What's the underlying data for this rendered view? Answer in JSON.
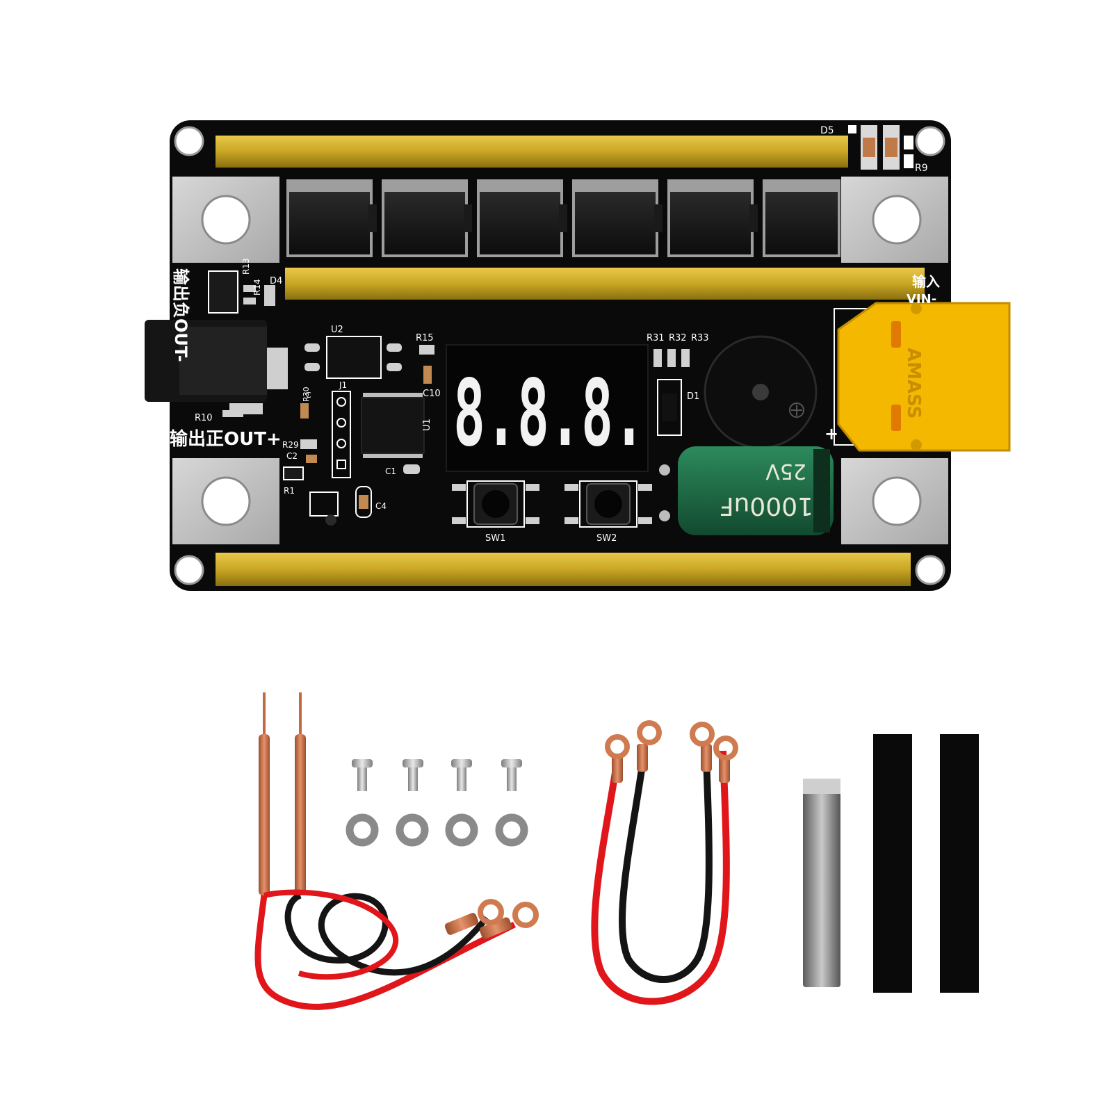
{
  "board": {
    "labels": {
      "d5": "D5",
      "r9": "R9",
      "d4": "D4",
      "r13": "R13",
      "r14": "R14",
      "u2": "U2",
      "r15": "R15",
      "c10": "C10",
      "j1": "J1",
      "u1": "U1",
      "r30": "R30",
      "c": "C",
      "r10": "R10",
      "r29": "R29",
      "c2": "C2",
      "r1": "R1",
      "c1": "C1",
      "c4": "C4",
      "r31": "R31",
      "r32": "R32",
      "r33": "R33",
      "d1": "D1",
      "sw1": "SW1",
      "sw2": "SW2",
      "out_pos": "输出正OUT+",
      "out_neg": "输出负OUT-",
      "vin_label": "输入",
      "vin": "VIN-",
      "plus": "+",
      "display": "8.8.8.",
      "cap_1000": "1000uF",
      "cap_25v": "25V",
      "connector": "AMASS"
    },
    "colors": {
      "pcb": "#0a0a0a",
      "copper_bar": "#c9a623",
      "silk": "#ffffff",
      "xt60": "#f4b800",
      "capacitor": "#1f6b46",
      "segment": "#f2f2f2",
      "red_wire": "#e0161b",
      "black_wire": "#141414",
      "copper": "#d07a50"
    }
  },
  "accessories": {
    "screws": 4,
    "washers": 4,
    "pen_wires": "welding-pen-pair",
    "ring_terminal_wires": "battery-cable-pair",
    "nickel_strip": "nickel-strip",
    "heat_shrink": 2
  }
}
